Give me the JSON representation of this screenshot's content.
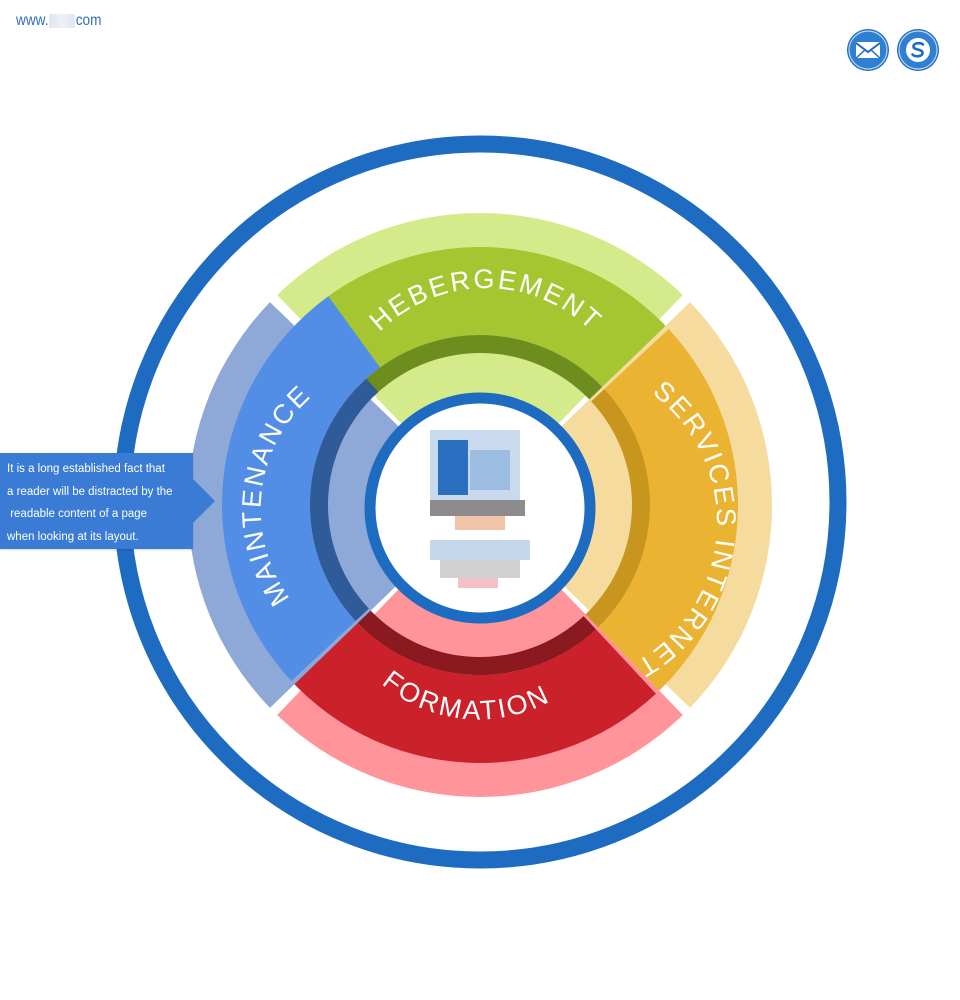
{
  "header": {
    "url_prefix": "www.",
    "url_suffix": "com"
  },
  "contact": {
    "icons": [
      "envelope-icon",
      "skype-icon"
    ]
  },
  "diagram": {
    "segments": [
      {
        "key": "hebergement",
        "label": "HEBERGEMENT",
        "color": "#a5c630",
        "light": "#d5ea8a",
        "dark": "#6d8e1e"
      },
      {
        "key": "services",
        "label": "SERVICES INTERNET",
        "color": "#eab332",
        "light": "#f5dc9e",
        "dark": "#c8951e"
      },
      {
        "key": "formation",
        "label": "FORMATION",
        "color": "#cb212b",
        "light": "#ff949a",
        "dark": "#8a1a20"
      },
      {
        "key": "maintenance",
        "label": "MAINTENANCE",
        "color": "#528ee6",
        "light": "#8ea9d8",
        "dark": "#2f5b99"
      }
    ],
    "ring_color": "#1e6bc2"
  },
  "callout": {
    "text": "It is a long established fact that\na reader will be distracted by the\n readable content of a page\nwhen looking at its layout."
  }
}
